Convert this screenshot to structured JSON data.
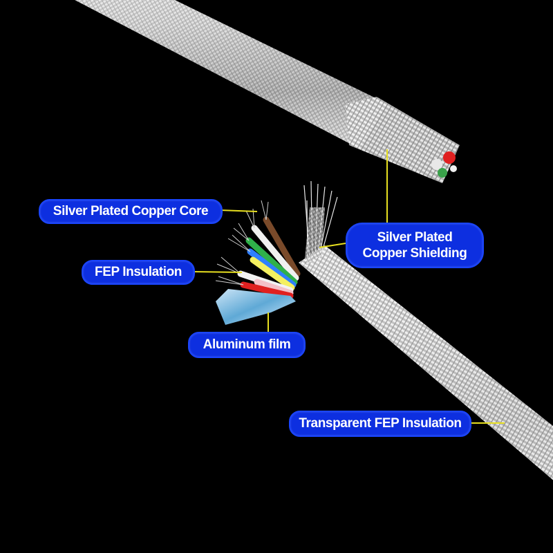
{
  "image": {
    "description_type": "product-diagram",
    "background_color": "#000000",
    "callout_color": "#0d2fe0",
    "leader_line_color": "#e8e020"
  },
  "labels": {
    "core": "Silver Plated Copper Core",
    "shielding_line1": "Silver Plated",
    "shielding_line2": "Copper Shielding",
    "fep": "FEP Insulation",
    "aluminum": "Aluminum film",
    "transparent": "Transparent FEP Insulation"
  },
  "wire_colors": [
    "#f2f2f2",
    "#e02020",
    "#f0f0f0",
    "#f4f060",
    "#2f7fff",
    "#2fb04a",
    "#7a4a2a"
  ]
}
